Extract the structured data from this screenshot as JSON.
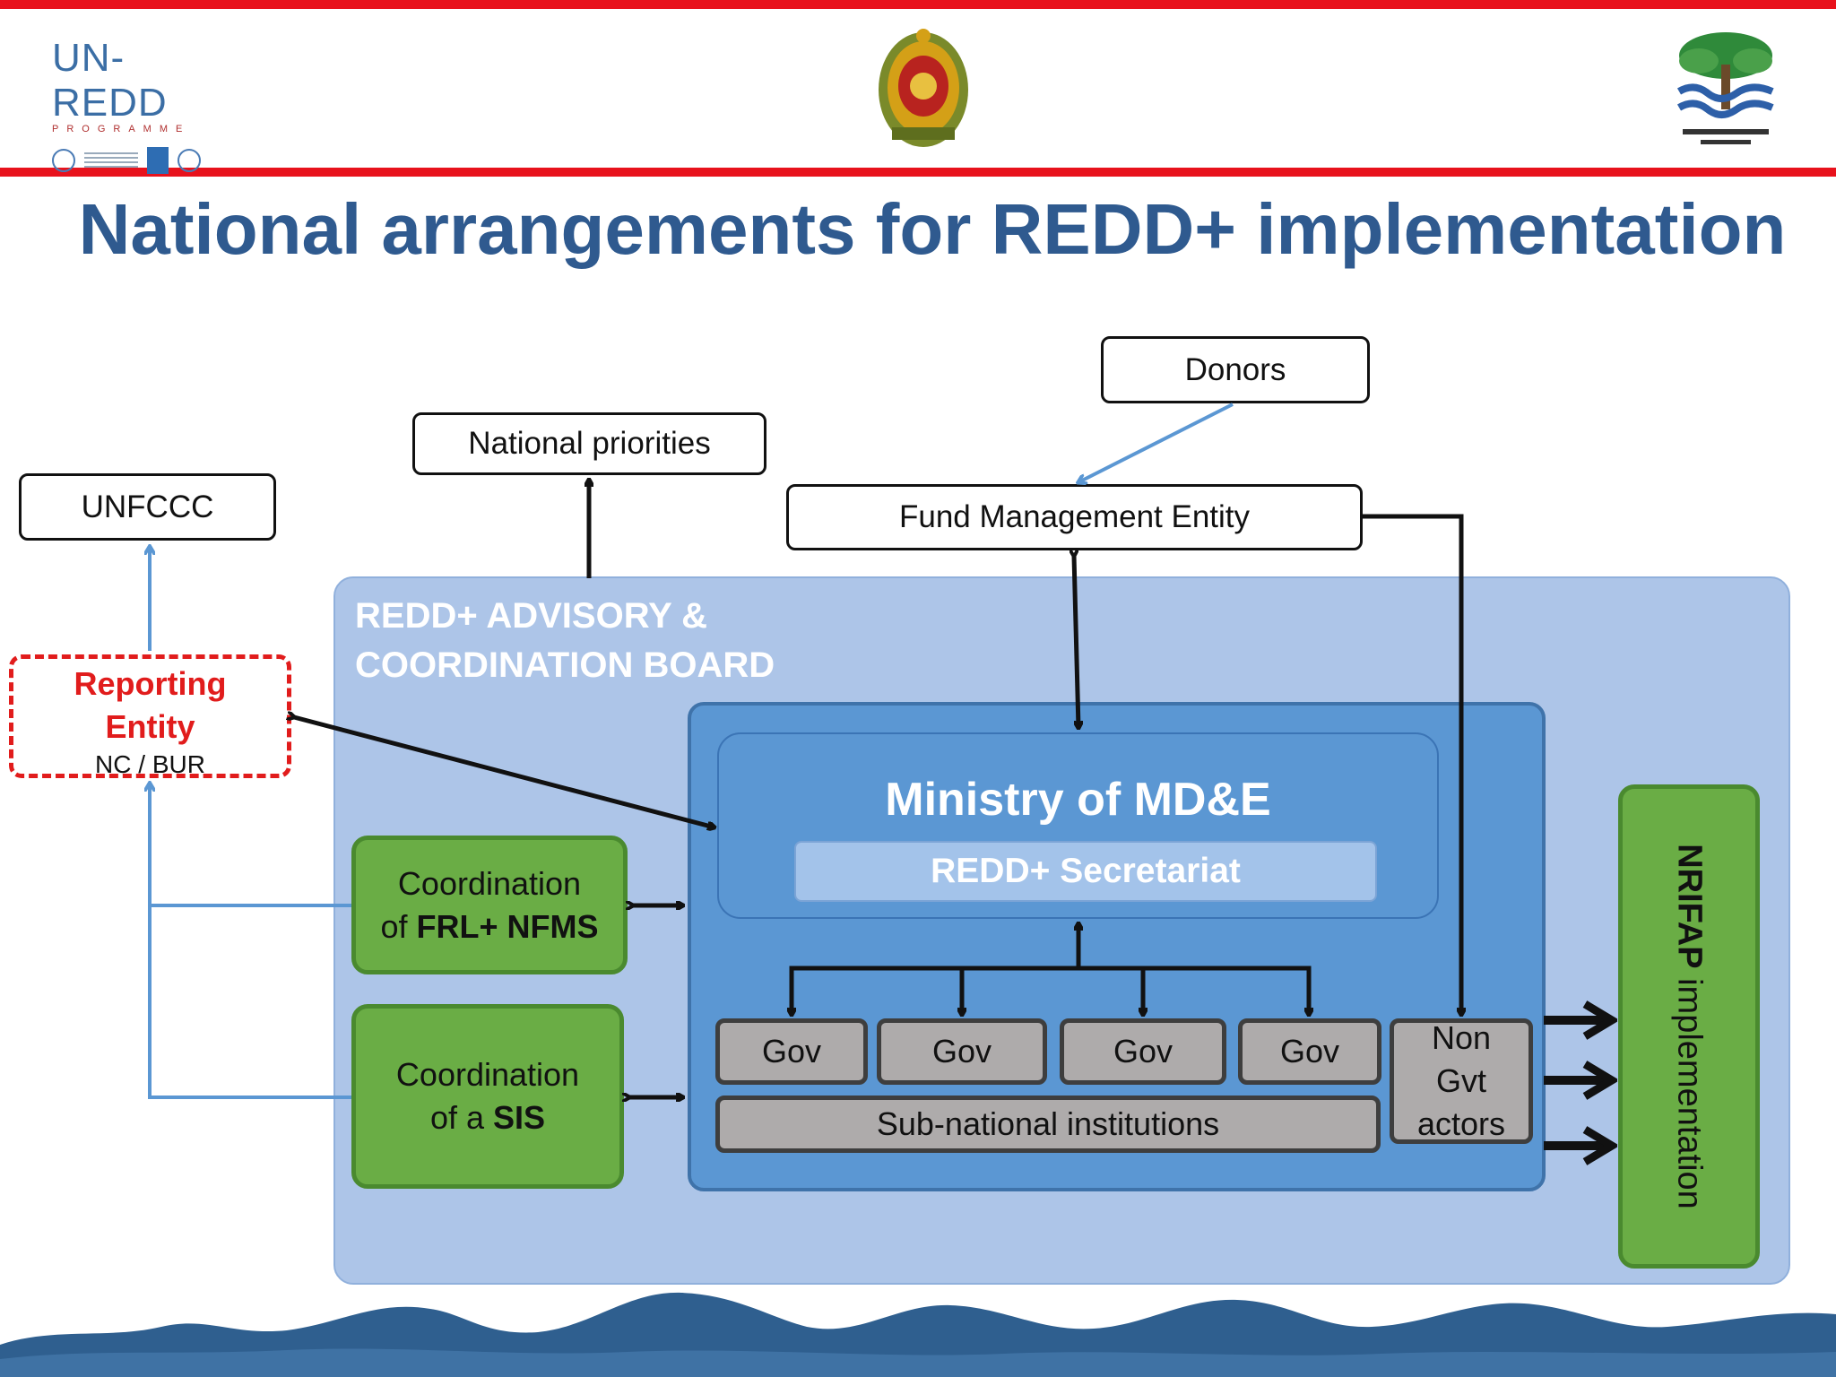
{
  "header": {
    "left_logo": {
      "wordmark": "UN-REDD",
      "subtitle": "PROGRAMME"
    },
    "center_logo": "sri-lanka-emblem",
    "right_logo": "forest-department-logo"
  },
  "title": "National arrangements for REDD+ implementation",
  "boxes": {
    "donors": "Donors",
    "national_priorities": "National priorities",
    "unfccc": "UNFCCC",
    "fund_management": "Fund Management Entity",
    "reporting_entity": {
      "title_line1": "Reporting",
      "title_line2": "Entity",
      "sub": "NC / BUR"
    },
    "board": {
      "line1": "REDD+ ADVISORY &",
      "line2": "COORDINATION BOARD"
    },
    "ministry": "Ministry of MD&E",
    "secretariat": "REDD+ Secretariat",
    "frl": {
      "line1": "Coordination",
      "prefix": "of ",
      "bold": "FRL+ NFMS"
    },
    "sis": {
      "line1": "Coordination",
      "prefix": "of a ",
      "bold": "SIS"
    },
    "gov": [
      "Gov",
      "Gov",
      "Gov",
      "Gov"
    ],
    "subnational": "Sub-national institutions",
    "non_gvt": {
      "line1": "Non",
      "line2": "Gvt",
      "line3": "actors"
    },
    "nrifap": {
      "bold": "NRIFAP",
      "rest": " implementation"
    }
  },
  "colors": {
    "title": "#2f5a8f",
    "header_red": "#e8121c",
    "board_bg": "#adc5e8",
    "ministry_bg": "#5b97d3",
    "green": "#6aad45",
    "gray_box": "#aeabab",
    "reporting_red": "#e11c1c",
    "blue_arrow": "#5b97d3"
  }
}
